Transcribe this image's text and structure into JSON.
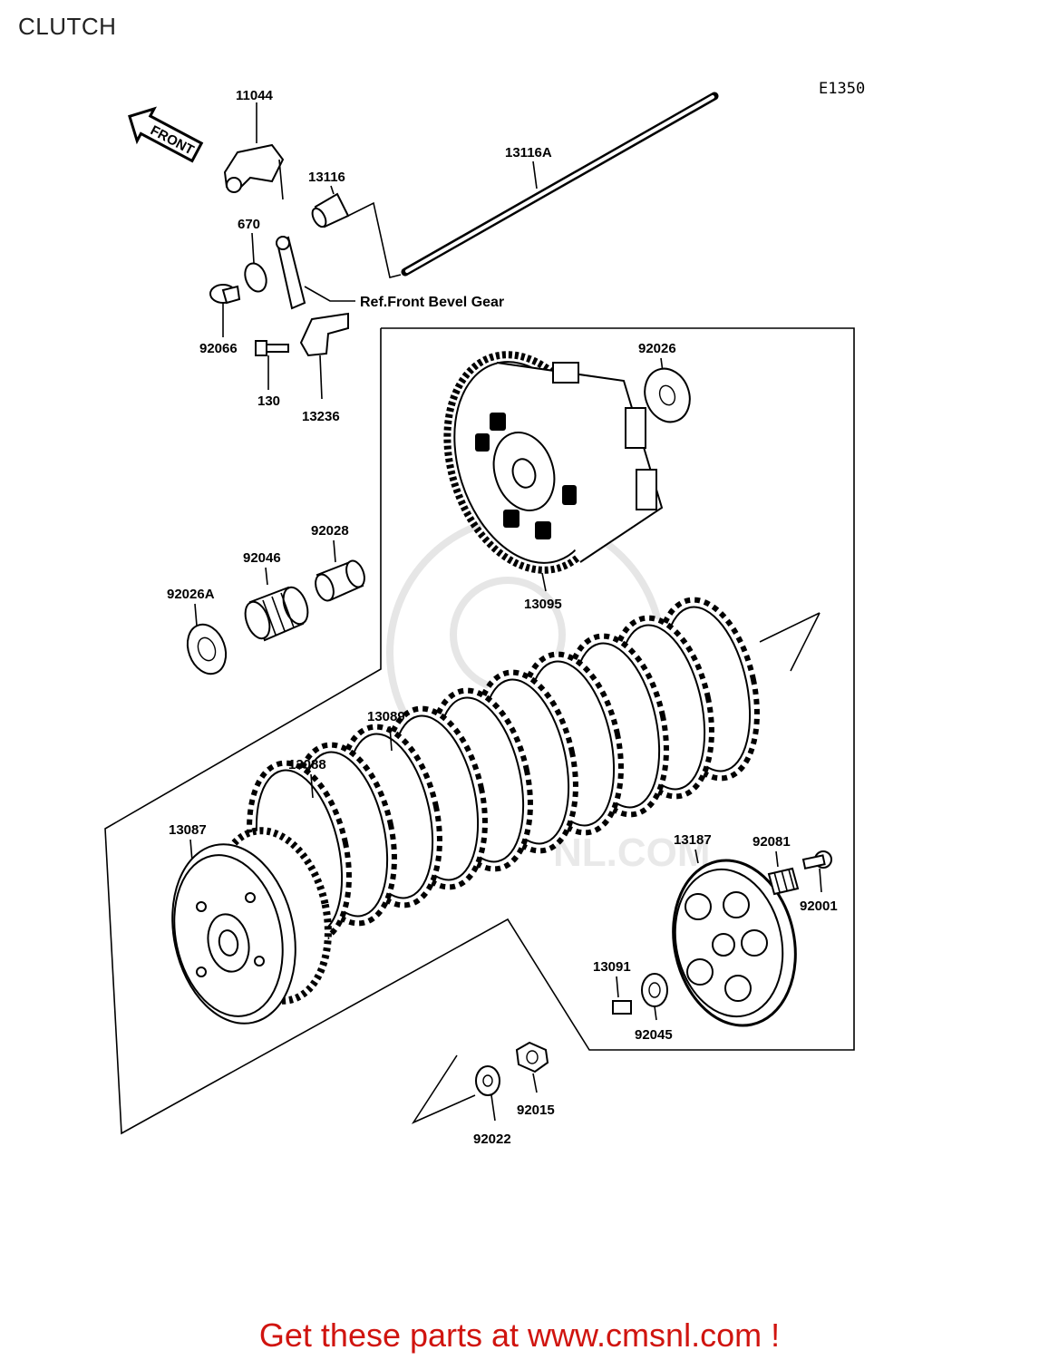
{
  "page": {
    "title": "CLUTCH",
    "diagram_code": "E1350",
    "front_arrow": "FRONT",
    "reference_note": "Ref.Front Bevel Gear",
    "footer_text": "Get these parts at www.cmsnl.com !",
    "watermark_text": "NL.COM",
    "colors": {
      "footer": "#d0140f",
      "lines": "#000000",
      "background": "#ffffff"
    }
  },
  "parts": {
    "p11044": "11044",
    "p13116": "13116",
    "p13116A": "13116A",
    "p670": "670",
    "p92066": "92066",
    "p130": "130",
    "p13236": "13236",
    "p92026": "92026",
    "p13095": "13095",
    "p92028": "92028",
    "p92046": "92046",
    "p92026A": "92026A",
    "p13089": "13089",
    "p13088": "13088",
    "p13087": "13087",
    "p13187": "13187",
    "p92081": "92081",
    "p92001": "92001",
    "p13091": "13091",
    "p92045": "92045",
    "p92015": "92015",
    "p92022": "92022"
  }
}
